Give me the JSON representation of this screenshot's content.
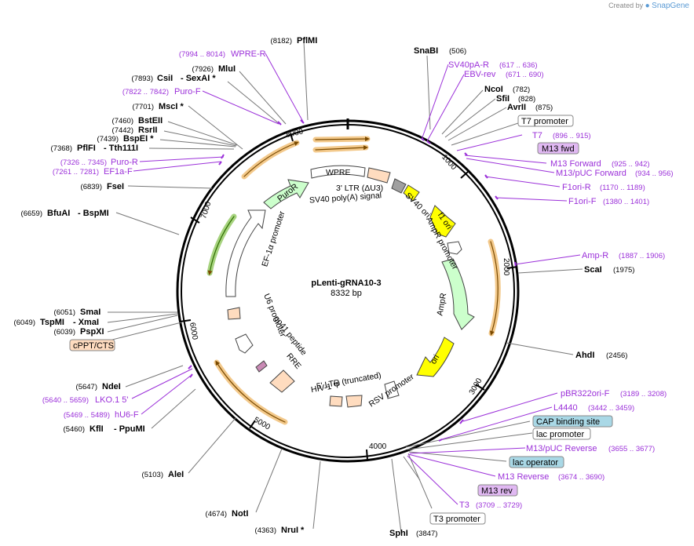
{
  "brand": {
    "prefix": "Created by",
    "name": "SnapGene"
  },
  "plasmid": {
    "name": "pLenti-gRNA10-3",
    "size_label": "8332 bp",
    "length": 8332
  },
  "ticks": [
    "1000",
    "2000",
    "3000",
    "4000",
    "5000",
    "6000",
    "7000",
    "8000"
  ],
  "colors": {
    "enzyme_line": "#777777",
    "primer": "#9b30d9",
    "promoter_fill": "#ffffff",
    "ori_fill": "#ffff00",
    "marker_fill": "#ccffcc",
    "misc_fill": "#ffdcbf",
    "arrow_fill": "#f3c98b"
  },
  "enzymes": [
    {
      "name": "PflMI",
      "pos": "(8182)"
    },
    {
      "name": "MluI",
      "pos": "(7926)"
    },
    {
      "name": "CsiI",
      "pos": "(7893)",
      "extra": "- SexAI *"
    },
    {
      "name": "MscI *",
      "pos": "(7701)"
    },
    {
      "name": "BstEII",
      "pos": "(7460)"
    },
    {
      "name": "RsrII",
      "pos": "(7442)"
    },
    {
      "name": "BspEI *",
      "pos": "(7439)"
    },
    {
      "name": "PflFI",
      "pos": "(7368)",
      "extra": "- Tth111I"
    },
    {
      "name": "FseI",
      "pos": "(6839)"
    },
    {
      "name": "BfuAI",
      "pos": "(6659)",
      "extra": "- BspMI"
    },
    {
      "name": "SmaI",
      "pos": "(6051)"
    },
    {
      "name": "TspMI",
      "pos": "(6049)",
      "extra": "- XmaI"
    },
    {
      "name": "PspXI",
      "pos": "(6039)"
    },
    {
      "name": "NdeI",
      "pos": "(5647)"
    },
    {
      "name": "KflI",
      "pos": "(5460)",
      "extra": "- PpuMI"
    },
    {
      "name": "AleI",
      "pos": "(5103)"
    },
    {
      "name": "NotI",
      "pos": "(4674)"
    },
    {
      "name": "NruI *",
      "pos": "(4363)"
    },
    {
      "name": "SphI",
      "pos": "(3847)"
    },
    {
      "name": "SnaBI",
      "pos": "(506)"
    },
    {
      "name": "NcoI",
      "pos": "(782)"
    },
    {
      "name": "SfiI",
      "pos": "(828)"
    },
    {
      "name": "AvrII",
      "pos": "(875)"
    },
    {
      "name": "ScaI",
      "pos": "(1975)"
    },
    {
      "name": "AhdI",
      "pos": "(2456)"
    }
  ],
  "primers": [
    {
      "name": "WPRE-R",
      "range": "(7994 .. 8014)"
    },
    {
      "name": "Puro-F",
      "range": "(7822 .. 7842)"
    },
    {
      "name": "Puro-R",
      "range": "(7326 .. 7345)"
    },
    {
      "name": "EF1a-F",
      "range": "(7261 .. 7281)"
    },
    {
      "name": "LKO.1 5'",
      "range": "(5640 .. 5659)"
    },
    {
      "name": "hU6-F",
      "range": "(5469 .. 5489)"
    },
    {
      "name": "SV40pA-R",
      "range": "(617 .. 636)"
    },
    {
      "name": "EBV-rev",
      "range": "(671 .. 690)"
    },
    {
      "name": "T7",
      "range": "(896 .. 915)"
    },
    {
      "name": "M13 Forward",
      "range": "(925 .. 942)"
    },
    {
      "name": "M13/pUC Forward",
      "range": "(934 .. 956)"
    },
    {
      "name": "F1ori-R",
      "range": "(1170 .. 1189)"
    },
    {
      "name": "F1ori-F",
      "range": "(1380 .. 1401)"
    },
    {
      "name": "Amp-R",
      "range": "(1887 .. 1906)"
    },
    {
      "name": "pBR322ori-F",
      "range": "(3189 .. 3208)"
    },
    {
      "name": "L4440",
      "range": "(3442 .. 3459)"
    },
    {
      "name": "M13/pUC Reverse",
      "range": "(3655 .. 3677)"
    },
    {
      "name": "M13 Reverse",
      "range": "(3674 .. 3690)"
    },
    {
      "name": "T3",
      "range": "(3709 .. 3729)"
    }
  ],
  "boxed": [
    {
      "name": "T7 promoter",
      "style": "promoter"
    },
    {
      "name": "M13 fwd",
      "style": "primer"
    },
    {
      "name": "CAP binding site",
      "style": "site"
    },
    {
      "name": "lac promoter",
      "style": "promoter"
    },
    {
      "name": "lac operator",
      "style": "site"
    },
    {
      "name": "M13 rev",
      "style": "primer"
    },
    {
      "name": "T3 promoter",
      "style": "promoter"
    },
    {
      "name": "cPPT/CTS",
      "style": "misc"
    }
  ],
  "features": [
    "WPRE",
    "3' LTR (ΔU3)",
    "SV40 poly(A) signal",
    "SV40 ori",
    "f1 ori",
    "AmpR promoter",
    "AmpR",
    "ori",
    "RSV promoter",
    "5' LTR (truncated)",
    "HIV-1 Ψ",
    "RRE",
    "gp41 peptide",
    "U6 promoter",
    "EF-1α promoter",
    "PuroR"
  ]
}
